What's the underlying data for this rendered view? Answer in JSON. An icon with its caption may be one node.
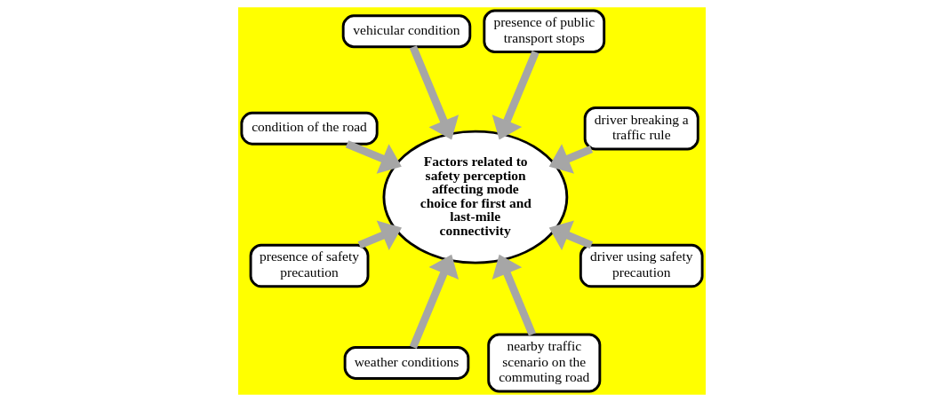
{
  "diagram": {
    "nodes": [
      {
        "text": [
          "Factors related to safety perception affecting mode choice for first and last-mile connectivity"
        ]
      },
      {
        "text": [
          "driver breaking a traffic rule"
        ]
      },
      {
        "text": [
          "presence of public transport stops"
        ]
      },
      {
        "text": [
          "vehicular condition"
        ]
      },
      {
        "text": [
          "condition of the road"
        ]
      },
      {
        "text": [
          "presence of safety precaution"
        ]
      },
      {
        "text": [
          "weather conditions"
        ]
      },
      {
        "text": [
          "nearby traffic scenario on the commuting road"
        ]
      },
      {
        "text": [
          "driver using safety precaution"
        ]
      }
    ],
    "edges": [
      {
        "from": 1,
        "to": 0,
        "arrow": "to"
      },
      {
        "from": 2,
        "to": 0,
        "arrow": "to"
      },
      {
        "from": 3,
        "to": 0,
        "arrow": "to"
      },
      {
        "from": 4,
        "to": 0,
        "arrow": "to"
      },
      {
        "from": 5,
        "to": 0,
        "arrow": "to"
      },
      {
        "from": 6,
        "to": 0,
        "arrow": "to"
      },
      {
        "from": 7,
        "to": 0,
        "arrow": "to"
      },
      {
        "from": 8,
        "to": 0,
        "arrow": "to"
      }
    ]
  }
}
